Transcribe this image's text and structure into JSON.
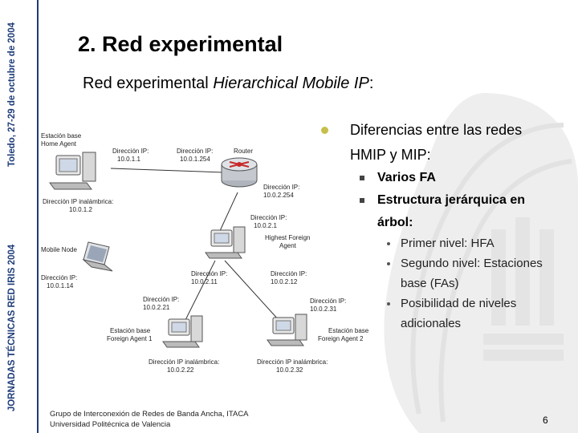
{
  "sidebar": {
    "location_date": "Toledo, 27-29 de octubre de 2004",
    "event": "JORNADAS TÉCNICAS RED IRIS 2004"
  },
  "slide": {
    "title": "2. Red experimental",
    "subtitle_plain": "Red experimental ",
    "subtitle_italic": "Hierarchical Mobile IP",
    "subtitle_end": ":"
  },
  "bullets": {
    "main_line1": "Diferencias entre las redes",
    "main_line2": "HMIP y MIP:",
    "level2": [
      {
        "line1": "Varios FA",
        "line2": ""
      },
      {
        "line1": "Estructura jerárquica en",
        "line2": "árbol:"
      }
    ],
    "level3": [
      {
        "line1": "Primer nivel: HFA",
        "line2": ""
      },
      {
        "line1": "Segundo nivel: Estaciones",
        "line2": "base (FAs)"
      },
      {
        "line1": "Posibilidad de niveles",
        "line2": "adicionales"
      }
    ]
  },
  "diagram": {
    "home_agent_title1": "Estación base",
    "home_agent_title2": "Home Agent",
    "ha_ip_label": "Dirección IP:",
    "ha_ip": "10.0.1.1",
    "router_ip_label": "Dirección IP:",
    "router_ip": "10.0.1.254",
    "router_name": "Router",
    "router_ip2_label": "Dirección IP:",
    "router_ip2": "10.0.2.254",
    "ha_wireless_label": "Dirección IP inalámbrica:",
    "ha_wireless_ip": "10.0.1.2",
    "hfa_ip_label": "Dirección IP:",
    "hfa_ip": "10.0.2.1",
    "hfa_name1": "Highest Foreign",
    "hfa_name2": "Agent",
    "mobile_node_name": "Mobile Node",
    "mn_ip_label": "Dirección IP:",
    "mn_ip": "10.0.1.14",
    "hfa_left_ip_label": "Dirección IP:",
    "hfa_left_ip": "10.0.2.11",
    "hfa_right_ip_label": "Dirección IP:",
    "hfa_right_ip": "10.0.2.12",
    "fa1_ip_label": "Dirección IP:",
    "fa1_ip": "10.0.2.21",
    "fa2_ip_label": "Dirección IP:",
    "fa2_ip": "10.0.2.31",
    "fa1_name1": "Estación base",
    "fa1_name2": "Foreign Agent 1",
    "fa2_name1": "Estación base",
    "fa2_name2": "Foreign Agent 2",
    "fa1_wireless_label": "Dirección IP inalámbrica:",
    "fa1_wireless_ip": "10.0.2.22",
    "fa2_wireless_label": "Dirección IP inalámbrica:",
    "fa2_wireless_ip": "10.0.2.32"
  },
  "footer": {
    "line1": "Grupo de Interconexión de Redes de Banda Ancha, ITACA",
    "line2": "Universidad Politécnica de Valencia"
  },
  "page_number": "6",
  "colors": {
    "sidebar_text": "#1f3d7a",
    "bullet_main": "#c7bf4a",
    "watermark": "#eeeeee"
  }
}
